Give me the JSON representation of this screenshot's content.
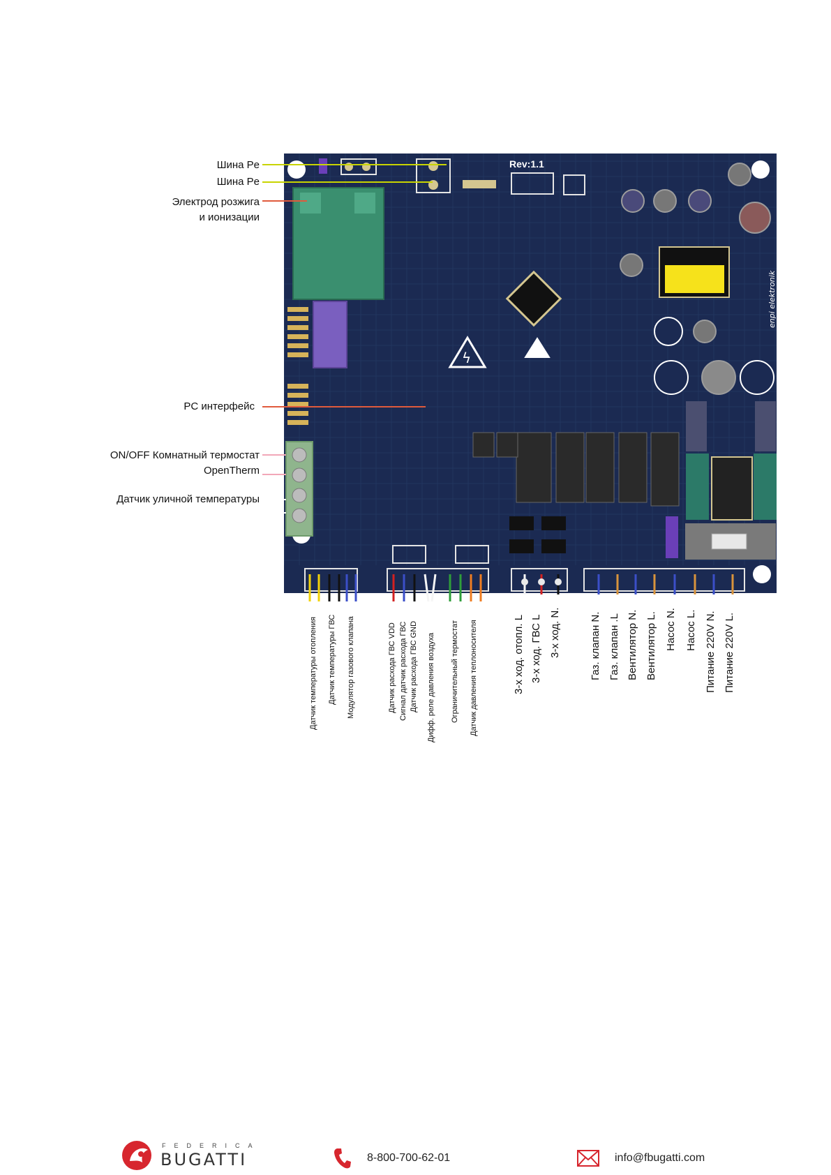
{
  "board": {
    "revision": "Rev:1.1",
    "brand_silk": "enpi elektronik"
  },
  "left_labels": [
    {
      "id": "bus-pe-1",
      "text": "Шина Pe",
      "color": "#c8d400"
    },
    {
      "id": "bus-pe-2",
      "text": "Шина Pe",
      "color": "#c8d400"
    },
    {
      "id": "ignition-electrode-1",
      "text": "Электрод розжига",
      "color": "#e05a3c"
    },
    {
      "id": "ignition-electrode-2",
      "text": "и ионизации",
      "color": "#e05a3c"
    },
    {
      "id": "pc-interface",
      "text": "PC интерфейс",
      "color": "#e05a3c"
    },
    {
      "id": "onoff-thermostat",
      "text": "ON/OFF Комнатный термостат",
      "color": "#f2a7b8"
    },
    {
      "id": "opentherm",
      "text": "OpenTherm",
      "color": "#f2a7b8"
    },
    {
      "id": "outdoor-sensor",
      "text": "Датчик уличной температуры",
      "color": "#ffffff"
    }
  ],
  "bottom_labels_small": [
    {
      "text": "Датчик температуры отопления"
    },
    {
      "text": "Датчик температуры ГВС"
    },
    {
      "text": "Модулятор газового клапана"
    },
    {
      "text": "Датчик расхода ГВС VDD"
    },
    {
      "text": "Сигнал датчик расхода ГВС"
    },
    {
      "text": "Датчик расхода ГВС GND"
    },
    {
      "text": "Дифф. реле давления воздуха"
    },
    {
      "text": "Ограничительный термостат"
    },
    {
      "text": "Датчик давления теплоносителя"
    }
  ],
  "bottom_labels_big": [
    {
      "text": "3-х ход. отопл. L"
    },
    {
      "text": "3-х ход. ГВС L"
    },
    {
      "text": "3-х ход. N."
    },
    {
      "text": "Газ. клапан N."
    },
    {
      "text": "Газ. клапан .L"
    },
    {
      "text": "Вентилятор N."
    },
    {
      "text": "Вентилятор L."
    },
    {
      "text": "Насос N."
    },
    {
      "text": "Насос L."
    },
    {
      "text": "Питание 220V N."
    },
    {
      "text": "Питание 220V L."
    }
  ],
  "footer": {
    "logo_top": "FEDERICA",
    "logo_main": "BUGATTI",
    "phone": "8-800-700-62-01",
    "email": "info@fbugatti.com",
    "phone_icon": "phone-icon",
    "email_icon": "envelope-icon",
    "accent_color": "#d7262e"
  },
  "colors": {
    "pcb": "#1b2a52",
    "wire_yellow": "#f2d20a",
    "wire_black": "#111111",
    "wire_blue": "#3b4fc8",
    "wire_red": "#d22020",
    "wire_green": "#2f9e3a",
    "wire_orange": "#ef7d22",
    "wire_white": "#f5f5f5",
    "wire_tan": "#d9943c"
  }
}
